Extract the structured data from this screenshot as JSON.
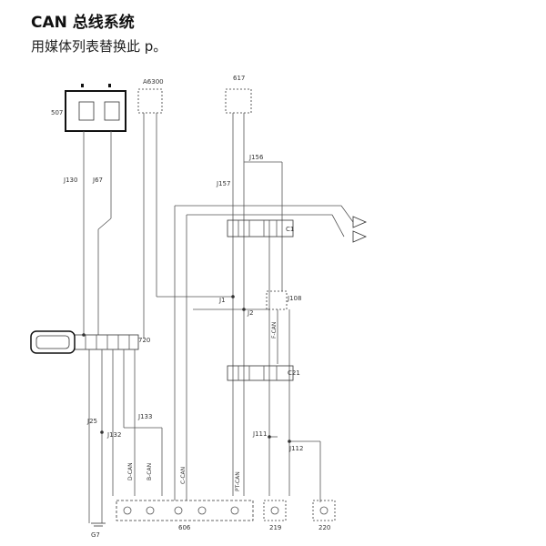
{
  "title": "CAN 总线系统",
  "subtitle": "用媒体列表替换此 p。",
  "labels": {
    "c507": "507",
    "c617": "617",
    "a6300": "A6300",
    "j130": "J130",
    "j67": "J67",
    "j156": "J156",
    "j157": "J157",
    "c1": "C1",
    "j1": "J1",
    "j2": "J2",
    "j108": "J108",
    "c720": "720",
    "fcan": "F-CAN",
    "c21": "C21",
    "j25": "J25",
    "j133": "J133",
    "j132": "J132",
    "j111": "J111",
    "j112": "J112",
    "dcan": "D-CAN",
    "bcan": "B-CAN",
    "ccan": "C-CAN",
    "ptcan": "PT-CAN",
    "c606": "606",
    "c219": "219",
    "c220": "220",
    "g7": "G7"
  }
}
